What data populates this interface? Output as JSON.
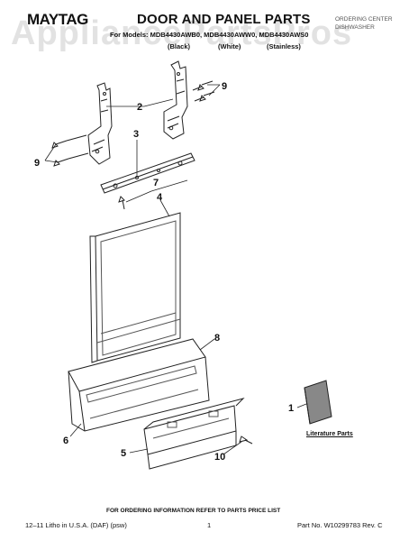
{
  "header": {
    "brand": "MAYTAG",
    "title": "DOOR AND PANEL PARTS",
    "models": "For Models: MDB4430AWB0, MDB4430AWW0, MDB4430AWS0",
    "color_black": "(Black)",
    "color_white": "(White)",
    "color_stainless": "(Stainless)",
    "corner_line1": "ORDERING CENTER",
    "corner_line2": "DISHWASHER"
  },
  "watermark": "AppliancePartsPros",
  "callouts": {
    "c1": "1",
    "c2": "2",
    "c3": "3",
    "c4": "4",
    "c5": "5",
    "c6": "6",
    "c7": "7",
    "c8": "8",
    "c9a": "9",
    "c9b": "9",
    "c10": "10"
  },
  "literature_label": "Literature Parts",
  "footer": {
    "ordering_note": "FOR ORDERING INFORMATION REFER TO PARTS PRICE LIST",
    "left": "12–11 Litho in U.S.A. (DAF) (psw)",
    "page": "1",
    "part_no": "Part No. W10299783 Rev. C"
  }
}
